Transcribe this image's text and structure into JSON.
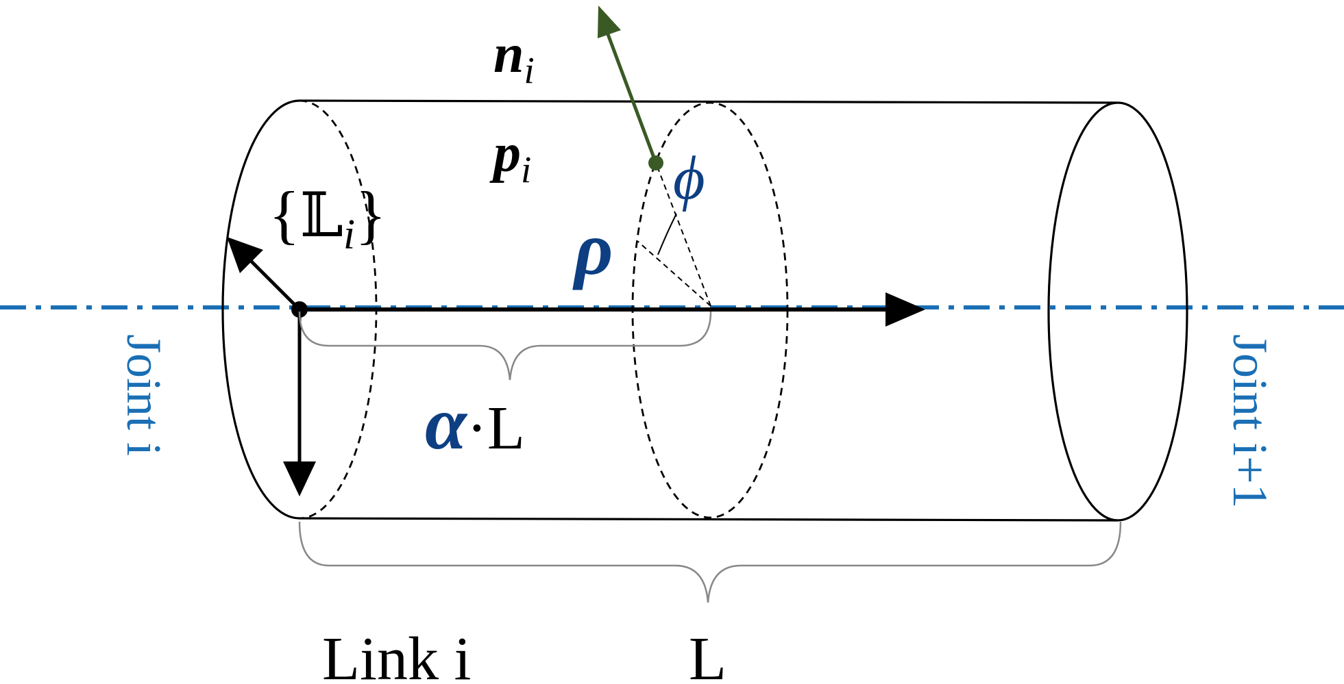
{
  "labels": {
    "normal_vector": "n",
    "normal_subscript": "i",
    "point": "p",
    "point_subscript": "i",
    "frame_open": "{",
    "frame_symbol": "𝕃",
    "frame_subscript": "i",
    "frame_close": "}",
    "angle": "ϕ",
    "radius": "ρ",
    "alpha": "α",
    "alpha_suffix": "·L",
    "joint_left": "Joint i",
    "joint_right": "Joint i+1",
    "link": "Link i",
    "length": "L"
  },
  "colors": {
    "outline": "#000000",
    "axis": "#1a6fb5",
    "normal": "#3a5a25",
    "math_blue": "#0d3f82",
    "brace": "#888888"
  }
}
